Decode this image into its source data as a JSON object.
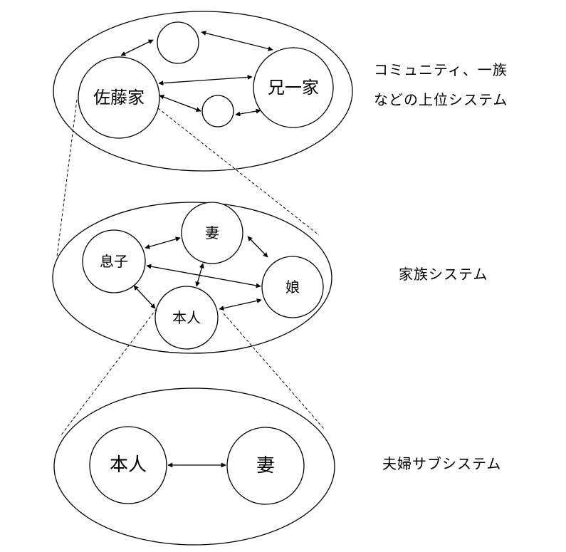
{
  "levels": {
    "top": {
      "caption_line1": "コミュニティ、一族",
      "caption_line2": "などの上位システム",
      "nodes": {
        "sato": "佐藤家",
        "brother": "兄一家"
      }
    },
    "middle": {
      "caption": "家族システム",
      "nodes": {
        "wife": "妻",
        "son": "息子",
        "daughter": "娘",
        "self": "本人"
      }
    },
    "bottom": {
      "caption": "夫婦サブシステム",
      "nodes": {
        "self": "本人",
        "wife": "妻"
      }
    }
  }
}
